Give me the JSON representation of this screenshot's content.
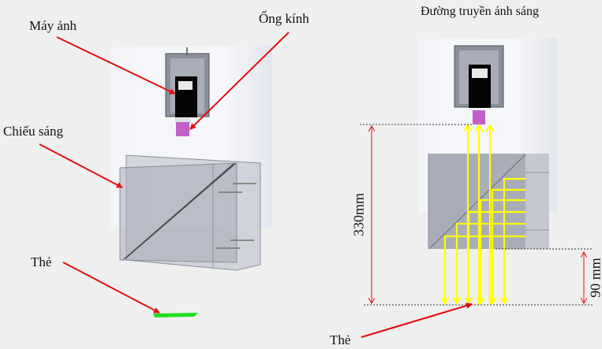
{
  "left_diagram": {
    "labels": {
      "camera": "Máy ảnh",
      "lens": "Ống kính",
      "lighting": "Chiếu sáng",
      "card": "Thẻ"
    }
  },
  "right_diagram": {
    "title": "Đường truyền ánh sáng",
    "dimension_total": "330mm",
    "dimension_bottom": "90 mm",
    "card_label": "Thẻ"
  },
  "colors": {
    "arrow": "#e01010",
    "light_ray": "#ffff00",
    "lens": "#c060c8",
    "card": "#22dd22"
  }
}
